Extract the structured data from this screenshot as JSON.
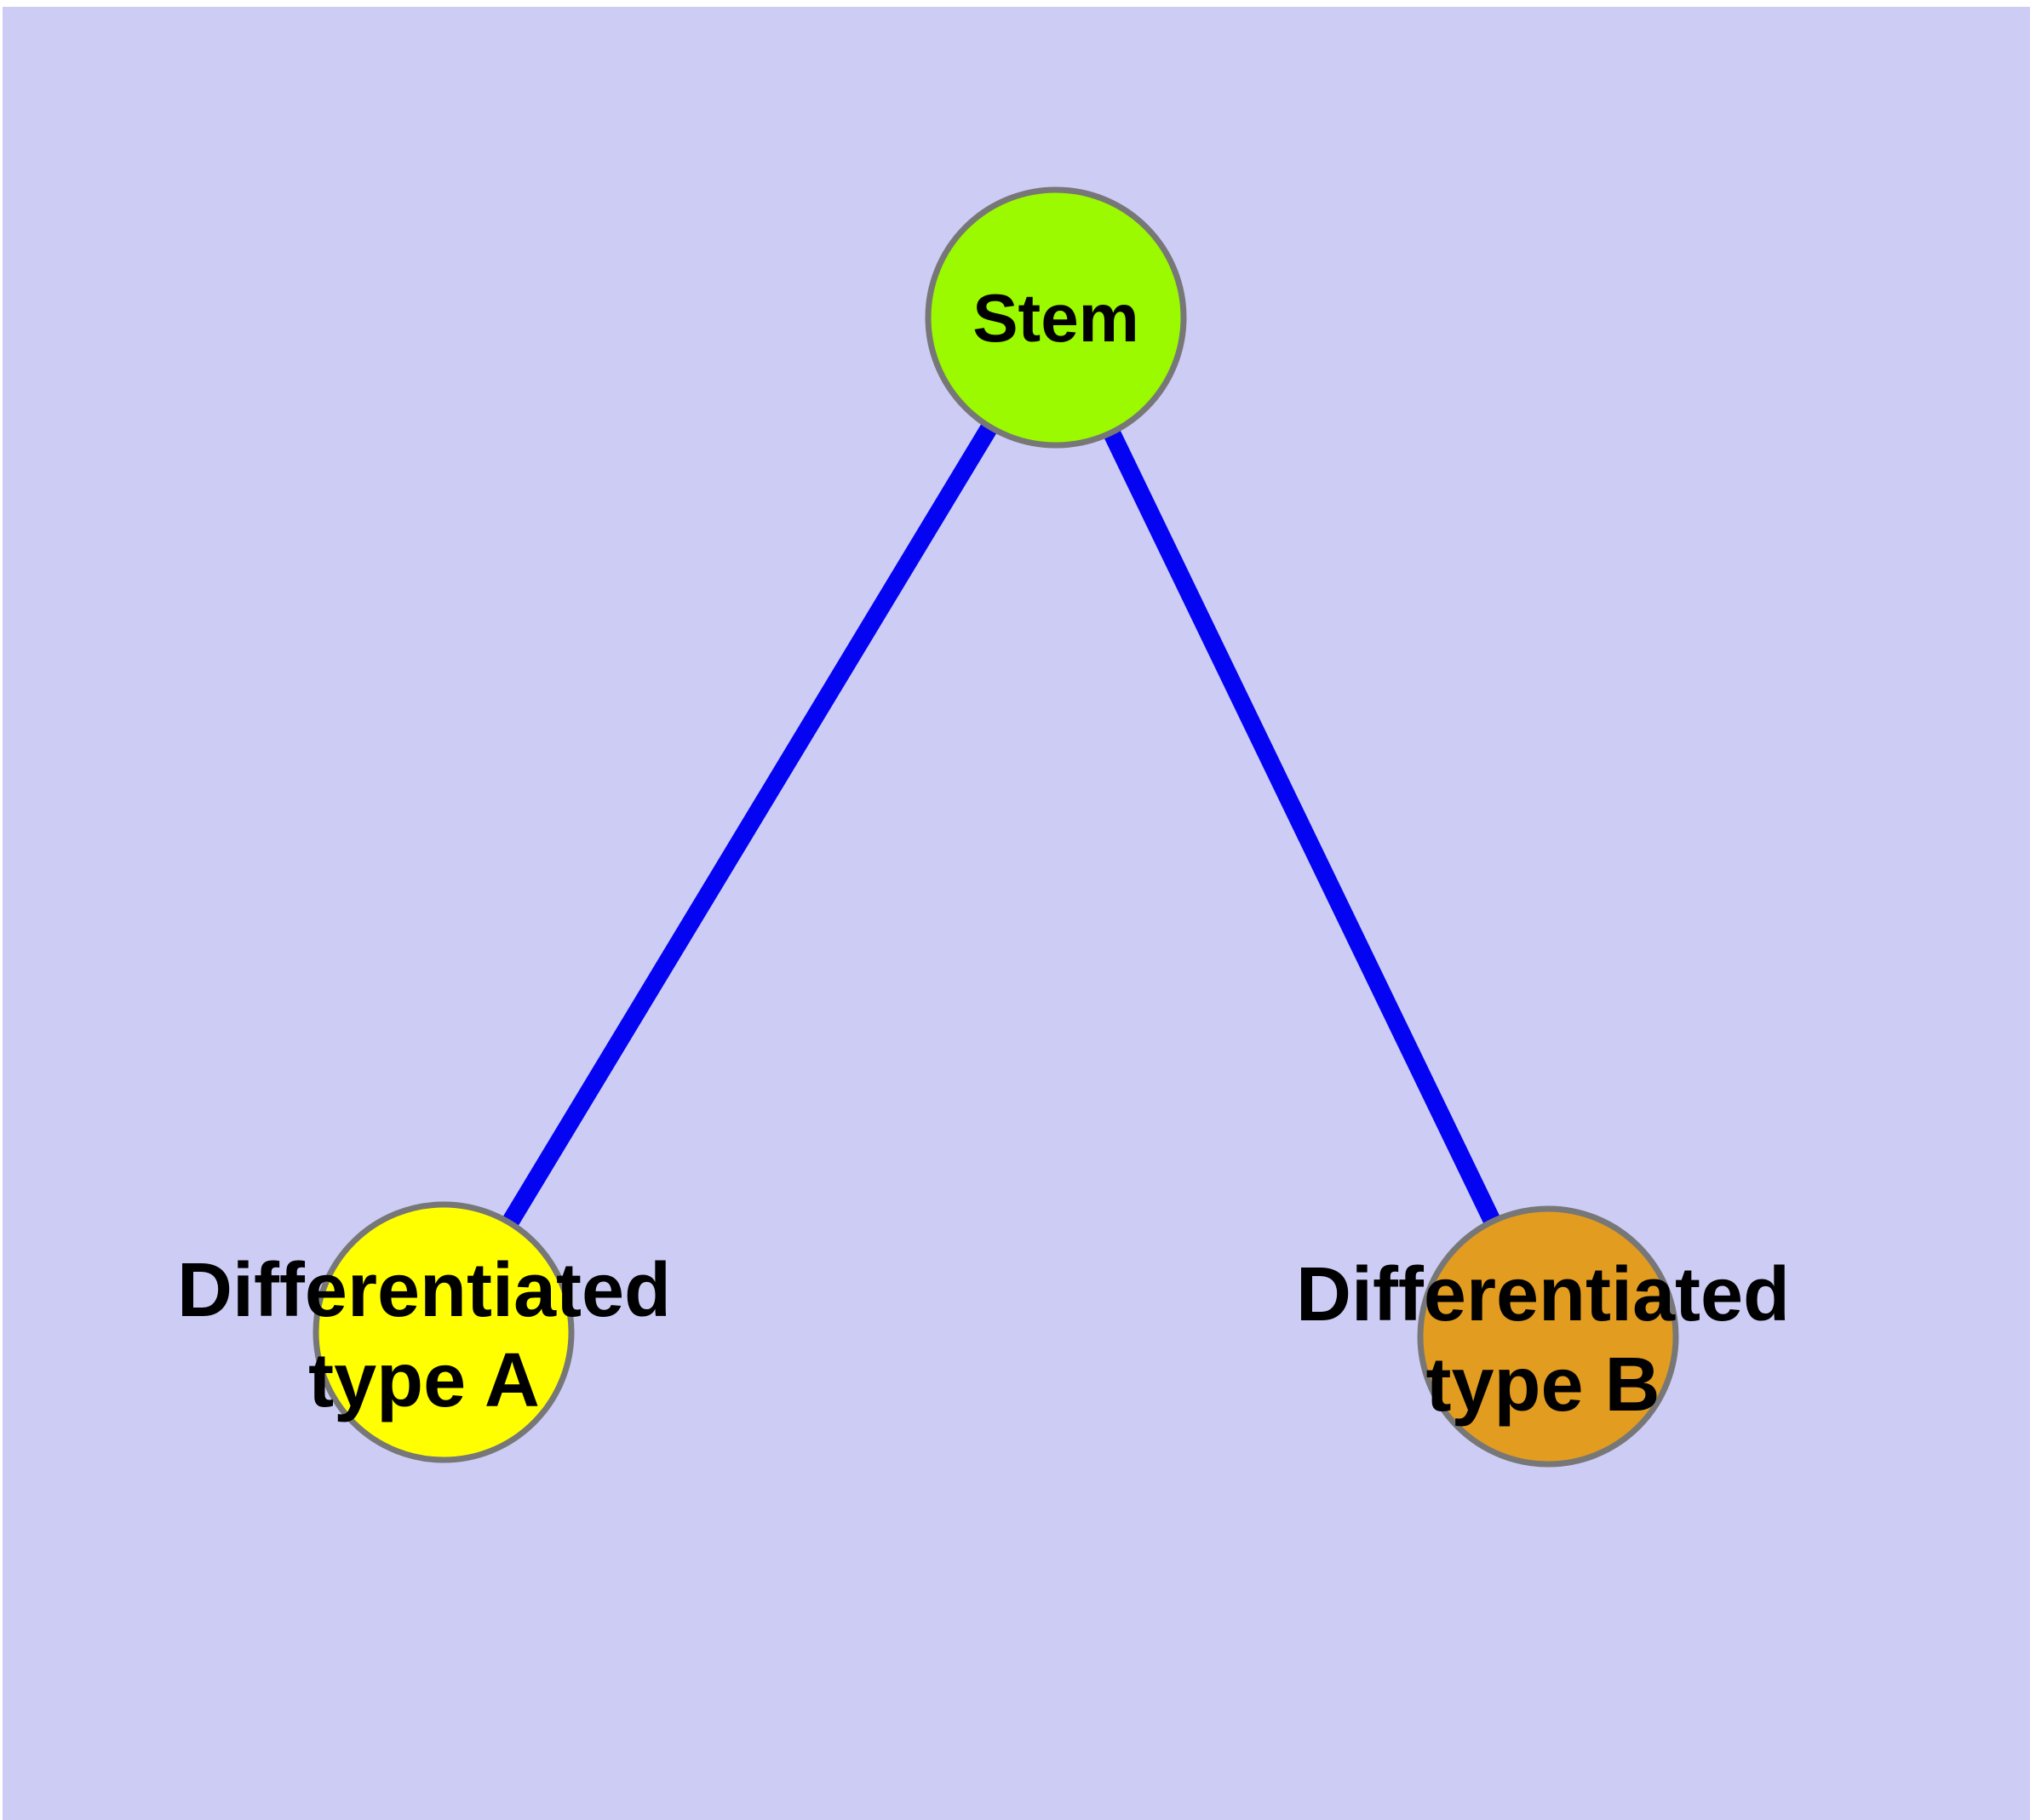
{
  "figure": {
    "background_color": "#FFFFFF",
    "panel_color": "#CCCCF5",
    "edge_color": "#0404F2",
    "node_border_color": "#777777",
    "label_color": "#000000",
    "nodes": [
      {
        "id": "stem",
        "label": "Stem",
        "color": "#9BF900"
      },
      {
        "id": "type-a",
        "label_line1": "Differentiated",
        "label_line2": "type A",
        "color": "#FFFF00"
      },
      {
        "id": "type-b",
        "label_line1": "Differentiated",
        "label_line2": "type B",
        "color": "#E29C20"
      }
    ],
    "edges": [
      {
        "from": "Stem",
        "to": "Differentiated type A"
      },
      {
        "from": "Stem",
        "to": "Differentiated type B"
      }
    ]
  }
}
